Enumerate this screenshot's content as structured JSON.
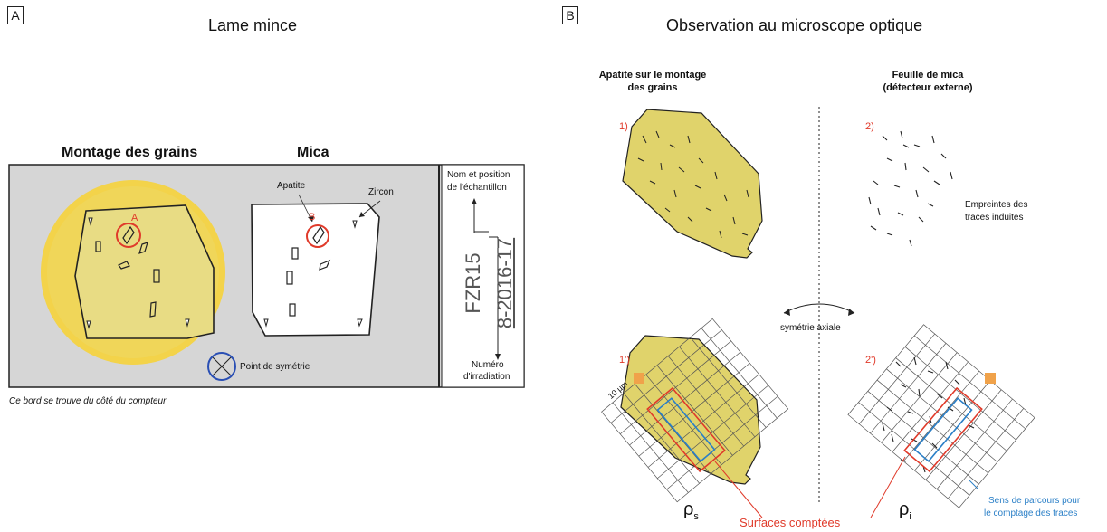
{
  "panel_a": {
    "letter": "A",
    "title": "Lame mince",
    "mount_label": "Montage des grains",
    "mica_label": "Mica",
    "marker_a": "A",
    "marker_b": "B",
    "apatite_label": "Apatite",
    "zircon_label": "Zircon",
    "sample_name_label_1": "Nom et position",
    "sample_name_label_2": "de l'échantillon",
    "sample_code": "FZR15",
    "irradiation_code": "8-2016-17",
    "irradiation_label_1": "Numéro",
    "irradiation_label_2": "d'irradiation",
    "symmetry_point_label": "Point de symétrie",
    "caption": "Ce bord se trouve du côté du compteur"
  },
  "panel_b": {
    "letter": "B",
    "title": "Observation au microscope optique",
    "left_header_1": "Apatite sur le montage",
    "left_header_2": "des grains",
    "right_header_1": "Feuille de mica",
    "right_header_2": "(détecteur externe)",
    "step_1": "1)",
    "step_2": "2)",
    "step_1p": "1')",
    "step_2p": "2')",
    "imprints_1": "Empreintes des",
    "imprints_2": "traces induites",
    "axial_symmetry": "symétrie axiale",
    "scale": "10 µm",
    "rho_s": "ρ",
    "rho_s_sub": "s",
    "rho_i": "ρ",
    "rho_i_sub": "i",
    "path_label_1": "Sens de parcours pour",
    "path_label_2": "le comptage des traces",
    "counted_surfaces": "Surfaces comptées"
  },
  "colors": {
    "apatite_fill": "#e0d36b",
    "mount_ring": "#f3d34a",
    "slide_gray": "#d6d6d6",
    "red": "#e03a2a",
    "blue": "#2a7fc7",
    "orange": "#f0a24a"
  }
}
